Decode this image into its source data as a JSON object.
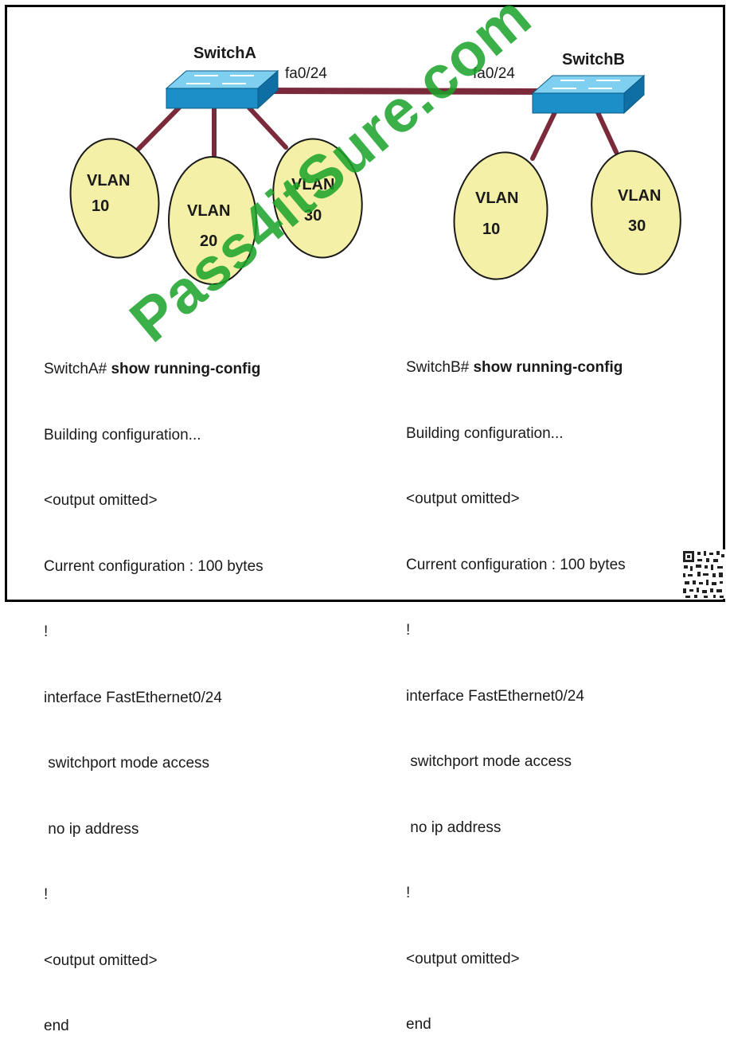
{
  "switches": {
    "a": {
      "name": "SwitchA",
      "port": "fa0/24"
    },
    "b": {
      "name": "SwitchB",
      "port": "fa0/24"
    }
  },
  "vlans": {
    "a": [
      {
        "l1": "VLAN",
        "l2": "10"
      },
      {
        "l1": "VLAN",
        "l2": "20"
      },
      {
        "l1": "VLAN",
        "l2": "30"
      }
    ],
    "b": [
      {
        "l1": "VLAN",
        "l2": "10"
      },
      {
        "l1": "VLAN",
        "l2": "30"
      }
    ]
  },
  "config_a": {
    "prompt": "SwitchA# ",
    "command": "show running-config",
    "lines": [
      "Building configuration...",
      "<output omitted>",
      "Current configuration : 100 bytes",
      "!",
      "interface FastEthernet0/24",
      " switchport mode access",
      " no ip address",
      "!",
      "<output omitted>",
      "end"
    ]
  },
  "config_b": {
    "prompt": "SwitchB# ",
    "command": "show running-config",
    "lines": [
      "Building configuration...",
      "<output omitted>",
      "Current configuration : 100 bytes",
      "!",
      "interface FastEthernet0/24",
      " switchport mode access",
      " no ip address",
      "!",
      "<output omitted>",
      "end"
    ]
  },
  "watermark": "Pass4itSure.com",
  "colors": {
    "switch_top": "#7fd0f0",
    "switch_front": "#1c8fc8",
    "link": "#7a2a3a",
    "vlan_fill": "#f5f0a8",
    "watermark": "#1aa329"
  }
}
